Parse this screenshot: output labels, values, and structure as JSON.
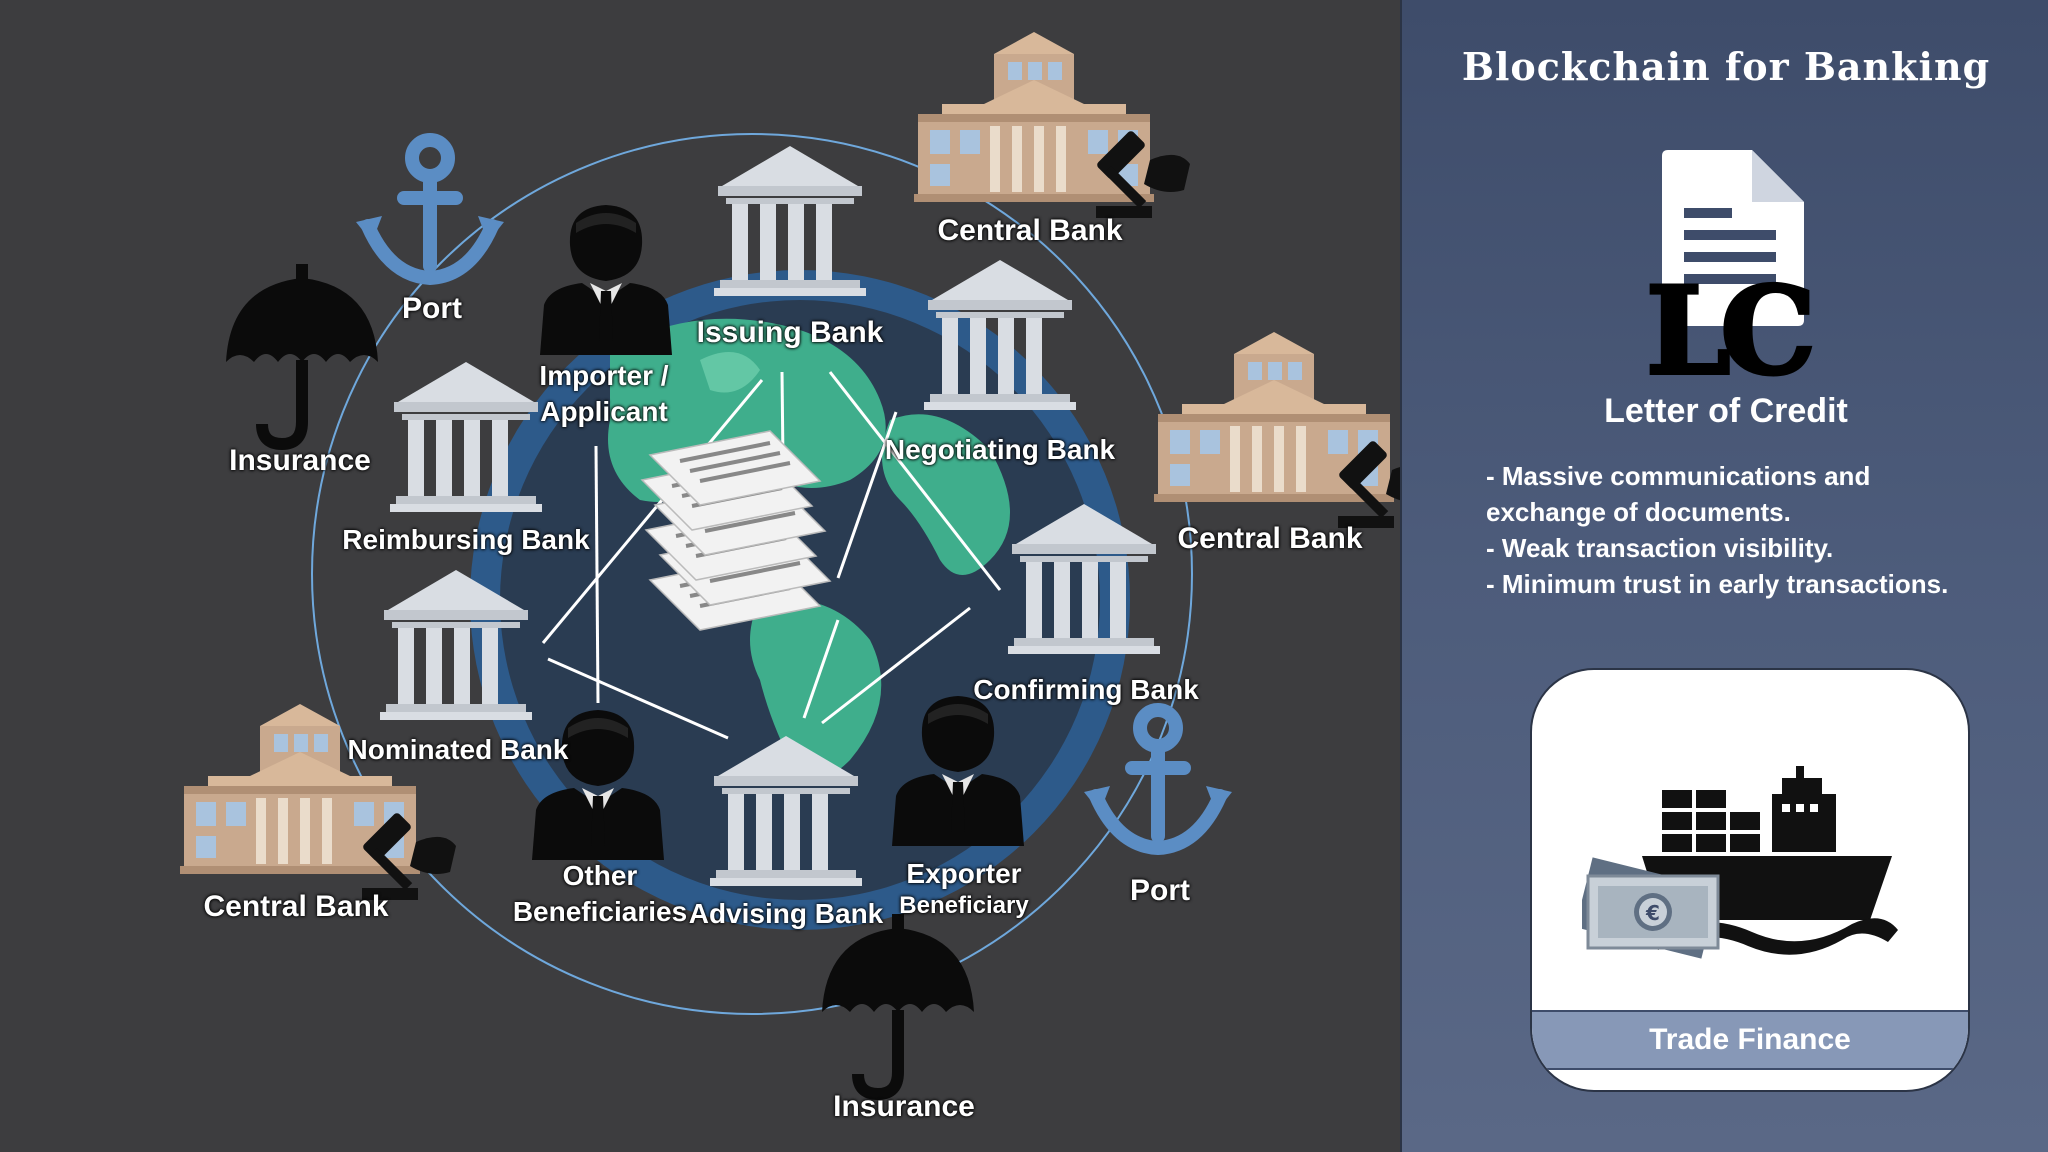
{
  "diagram": {
    "labels": {
      "port_top": "Port",
      "port_right": "Port",
      "insurance_left": "Insurance",
      "insurance_bottom": "Insurance",
      "importer_line1": "Importer /",
      "importer_line2": "Applicant",
      "issuing_bank": "Issuing Bank",
      "central_bank_top": "Central Bank",
      "central_bank_right": "Central Bank",
      "central_bank_left": "Central Bank",
      "reimbursing_bank": "Reimbursing Bank",
      "negotiating_bank": "Negotiating Bank",
      "nominated_bank": "Nominated Bank",
      "confirming_bank": "Confirming Bank",
      "other_line1": "Other",
      "other_line2": "Beneficiaries",
      "advising_bank": "Advising Bank",
      "exporter_line1": "Exporter",
      "exporter_line2": "Beneficiary"
    },
    "icons": {
      "bank": "bank-icon",
      "central_bank": "central-bank-building-icon",
      "gavel": "gavel-icon",
      "anchor": "anchor-icon",
      "umbrella": "umbrella-icon",
      "person": "businessman-icon",
      "globe": "globe-icon",
      "documents": "document-stack-icon"
    },
    "colors": {
      "background": "#3d3d3f",
      "anchor": "#5b8dc4",
      "globe_ocean": "#2d5a8a",
      "globe_land": "#3fae8c",
      "bank_column": "#d9dde3",
      "central_bank_wall": "#c9a98e"
    }
  },
  "panel": {
    "title": "Blockchain for Banking",
    "lc_abbr": "LC",
    "lc_title": "Letter of Credit",
    "bullets": [
      "- Massive communications and",
      "exchange of documents.",
      "- Weak transaction visibility.",
      "- Minimum trust in early transactions."
    ],
    "card_label": "Trade Finance",
    "colors": {
      "panel_top": "#3e4c6a",
      "panel_bottom": "#5a6886",
      "band": "#8798b7"
    }
  }
}
